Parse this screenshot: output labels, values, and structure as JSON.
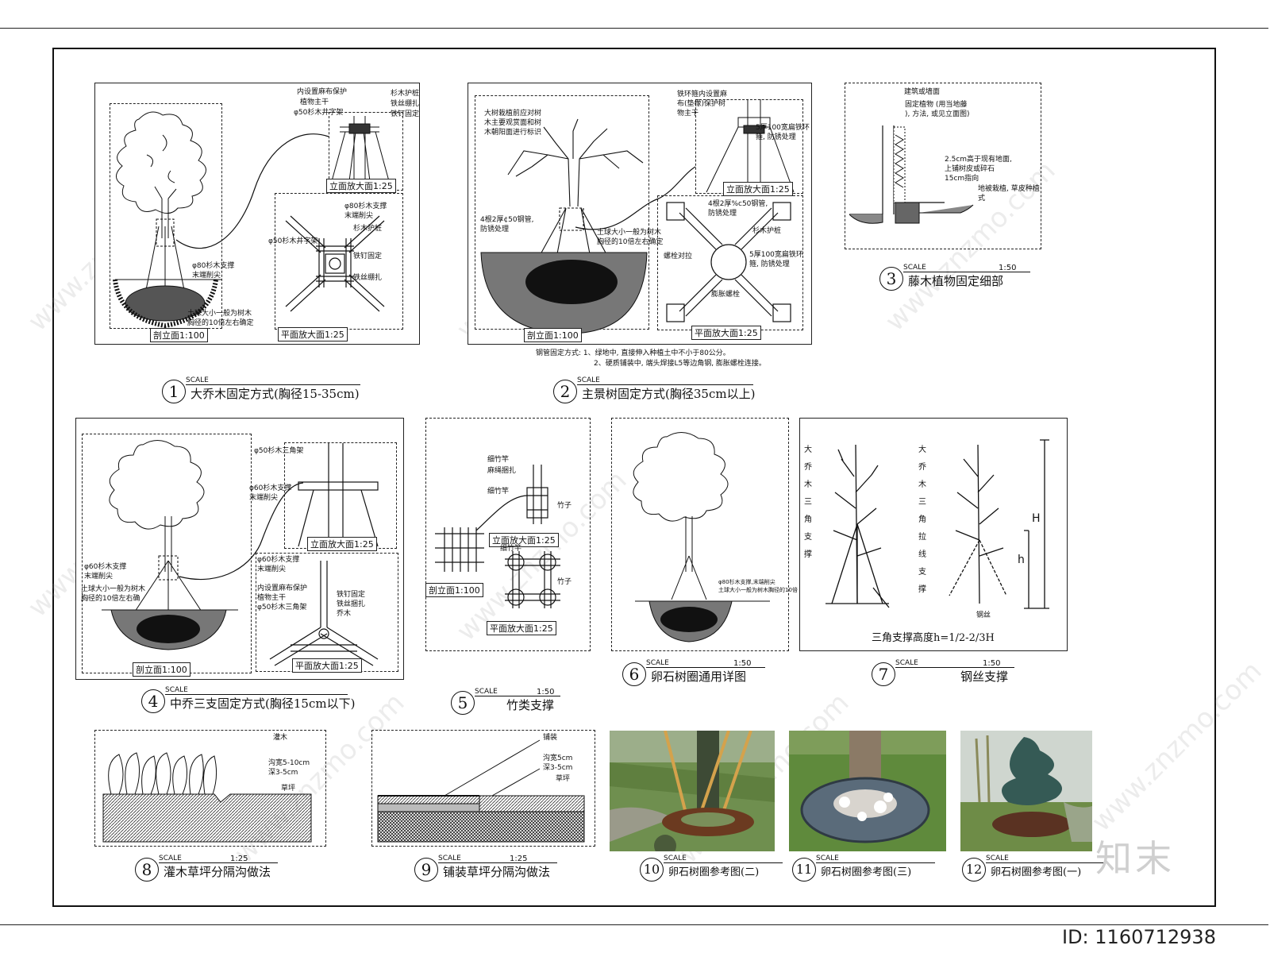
{
  "watermark": {
    "logo": "知末",
    "site": "www.znzmo.com"
  },
  "doc_id": "ID: 1160712938",
  "detail1": {
    "num": "1",
    "scale_label": "SCALE",
    "ratio": "",
    "title": "大乔木固定方式(胸径15-35cm)",
    "section_label": "剖立面1:100",
    "elev_label": "立面放大面1:25",
    "plan_label": "平面放大面1:25",
    "notes": [
      "内设置麻布保护",
      "植物主干",
      "φ50杉木井字架",
      "杉木护桩",
      "铁丝绷扎",
      "铁钉固定",
      "φ80杉木支撑",
      "末端削尖",
      "φ50杉木井字架",
      "杉木护桩",
      "铁钉固定",
      "铁丝绷扎",
      "φ80杉木支撑",
      "末端削尖",
      "土球大小一般为树木",
      "胸径的10倍左右确定"
    ]
  },
  "detail2": {
    "num": "2",
    "scale_label": "SCALE",
    "ratio": "",
    "title": "主景树固定方式(胸径35cm以上)",
    "section_label": "剖立面1:100",
    "elev_label": "立面放大面1:25",
    "plan_label": "平面放大面1:25",
    "notes": [
      "大树栽植前应对树",
      "木主要观赏面和树",
      "木朝阳面进行标识",
      "铁环箍内设置麻",
      "布(垫橡)保护树",
      "物主干",
      "5厚100宽扁铁环",
      "箍, 防锈处理",
      "4根2厚¢50钢管,",
      "防锈处理",
      "土球大小一般为树木",
      "胸径的10倍左右确定",
      "4根2厚%c50钢管,",
      "防锈处理",
      "杉木护桩",
      "螺栓对拉",
      "5厚100宽扁铁环",
      "箍, 防锈处理",
      "膨胀螺栓"
    ],
    "footer": [
      "钢管固定方式: 1、绿地中, 直接伸入种植土中不小于80公分。",
      "2、硬质铺装中, 端头焊接L5等边角钢, 膨胀螺栓连接。"
    ]
  },
  "detail3": {
    "num": "3",
    "scale_label": "SCALE",
    "ratio": "1:50",
    "title": "藤木植物固定细部",
    "notes": [
      "建筑或墙面",
      "固定植物 (用当地藤",
      "), 方法, 或见立面图)",
      "2.5cm高于现有地面,",
      "上铺树皮或碎石",
      "15cm指向",
      "地被栽植, 草皮种植",
      "式"
    ]
  },
  "detail4": {
    "num": "4",
    "scale_label": "SCALE",
    "ratio": "",
    "title": "中乔三支固定方式(胸径15cm以下)",
    "section_label": "剖立面1:100",
    "elev_label": "立面放大面1:25",
    "plan_label": "平面放大面1:25",
    "notes": [
      "φ50杉木三角架",
      "φ60杉木支撑",
      "末端削尖",
      "φ60杉木支撑",
      "末端削尖",
      "土球大小一般为树木",
      "胸径的10倍左右确",
      "φ60杉木支撑",
      "末端削尖",
      "内设置麻布保护",
      "植物主干",
      "φ50杉木三角架",
      "铁钉固定",
      "铁丝捆扎",
      "乔木"
    ]
  },
  "detail5": {
    "num": "5",
    "scale_label": "SCALE",
    "ratio": "1:50",
    "title": "竹类支撑",
    "section_label": "剖立面1:100",
    "elev_label": "立面放大面1:25",
    "plan_label": "平面放大面1:25",
    "notes": [
      "细竹竿",
      "麻绳捆扎",
      "细竹竿",
      "竹子",
      "细竹竿",
      "竹子"
    ]
  },
  "detail6": {
    "num": "6",
    "scale_label": "SCALE",
    "ratio": "1:50",
    "title": "卵石树圈通用详图",
    "notes": [
      "φ80杉木支撑,末端削尖",
      "土球大小一般为树木胸径的10倍"
    ]
  },
  "detail7": {
    "num": "7",
    "scale_label": "SCALE",
    "ratio": "1:50",
    "title": "钢丝支撑",
    "caption": "三角支撑高度h=1/2-2/3H",
    "left_vertical": "大乔木三角支撑",
    "right_vertical": "大乔木三角拉线支撑",
    "H": "H",
    "h": "h",
    "wire": "钢丝"
  },
  "detail8": {
    "num": "8",
    "scale_label": "SCALE",
    "ratio": "1:25",
    "title": "灌木草坪分隔沟做法",
    "notes": [
      "灌木",
      "沟宽5-10cm",
      "深3-5cm",
      "草坪"
    ]
  },
  "detail9": {
    "num": "9",
    "scale_label": "SCALE",
    "ratio": "1:25",
    "title": "铺装草坪分隔沟做法",
    "notes": [
      "铺装",
      "沟宽5cm",
      "深3-5cm",
      "草坪"
    ]
  },
  "detail10": {
    "num": "10",
    "scale_label": "SCALE",
    "title": "卵石树圈参考图(二)"
  },
  "detail11": {
    "num": "11",
    "scale_label": "SCALE",
    "title": "卵石树圈参考图(三)"
  },
  "detail12": {
    "num": "12",
    "scale_label": "SCALE",
    "title": "卵石树圈参考图(一)"
  }
}
